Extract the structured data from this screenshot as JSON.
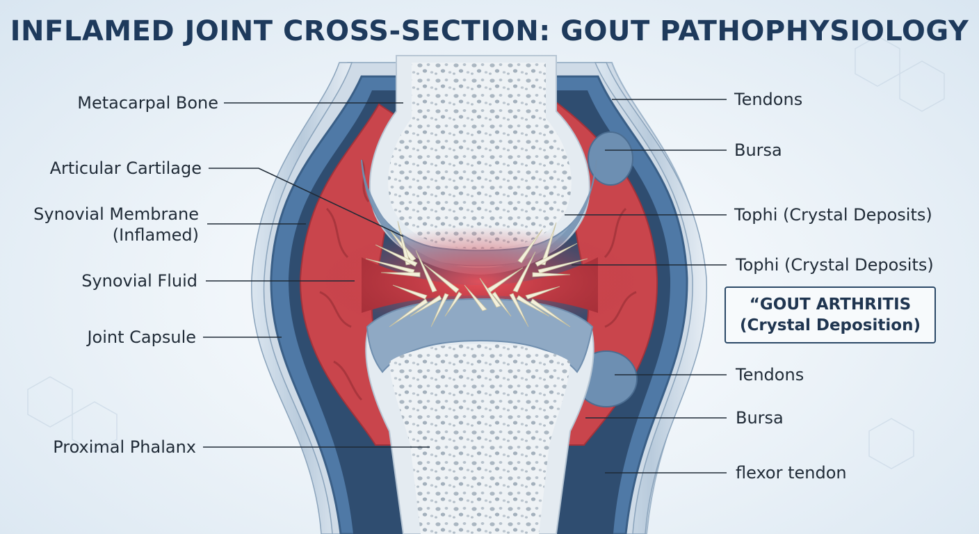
{
  "title": "INFLAMED JOINT CROSS-SECTION: GOUT PATHOPHYSIOLOGY",
  "labels_left": {
    "metacarpal_bone": "Metacarpal Bone",
    "articular_cartilage": "Articular Cartilage",
    "synovial_membrane_line1": "Synovial Membrane",
    "synovial_membrane_line2": "(Inflamed)",
    "synovial_fluid": "Synovial Fluid",
    "joint_capsule": "Joint Capsule",
    "proximal_phalanx": "Proximal Phalanx"
  },
  "labels_right": {
    "tendons_top": "Tendons",
    "bursa_top": "Bursa",
    "tophi_1": "Tophi (Crystal Deposits)",
    "tophi_2": "Tophi (Crystal Deposits)",
    "tendons_bottom": "Tendons",
    "bursa_bottom": "Bursa",
    "flexor_tendon": "flexor tendon"
  },
  "callout": {
    "line1": "“GOUT ARTHRITIS",
    "line2": "(Crystal Deposition)"
  },
  "colors": {
    "title": "#1e3a5c",
    "bone_cortex": "#e4ebf1",
    "cartilage": "#8fa9c4",
    "inflamed_synovium": "#c9454c",
    "capsule": "#4f79a6",
    "crystals": "#f4f1dc",
    "leader_lines": "#1f2a36"
  }
}
